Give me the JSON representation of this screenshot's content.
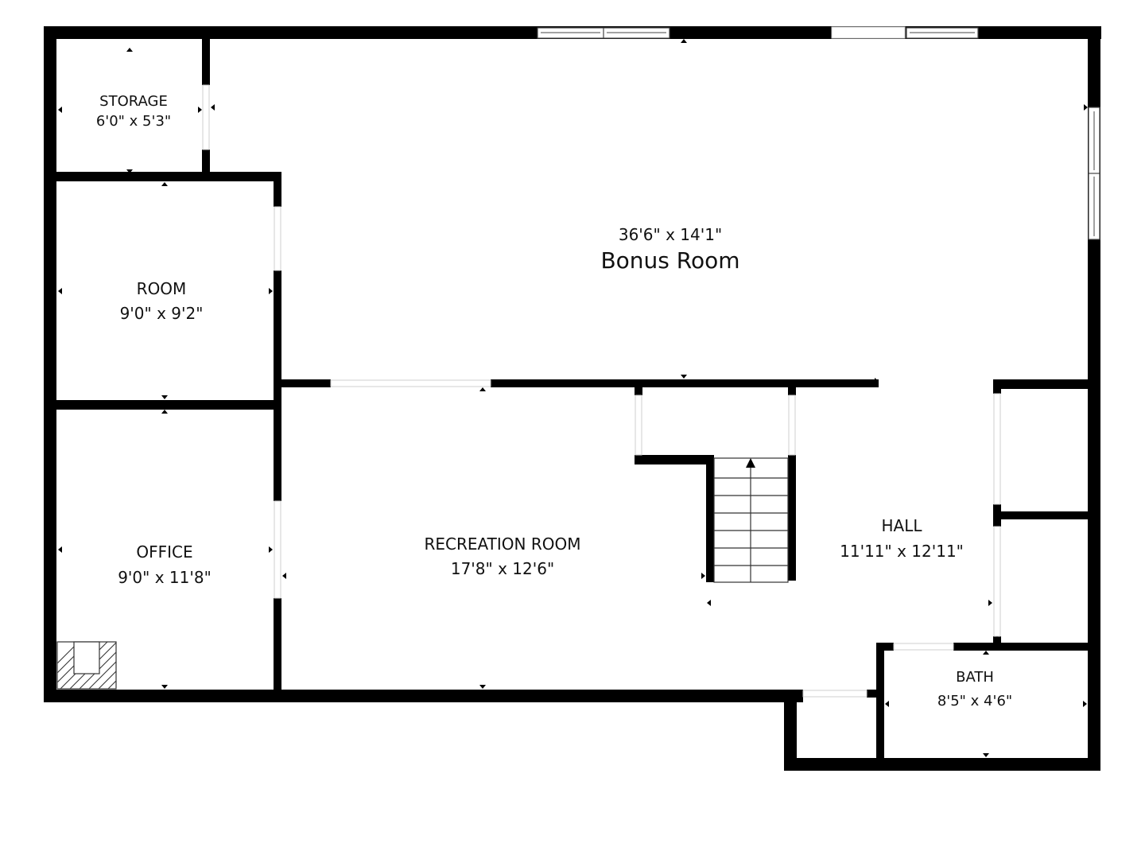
{
  "rooms": {
    "bonus": {
      "name": "Bonus Room",
      "dims": "36'6\" x 14'1\""
    },
    "storage": {
      "name": "STORAGE",
      "dims": "6'0\" x 5'3\""
    },
    "room": {
      "name": "ROOM",
      "dims": "9'0\" x 9'2\""
    },
    "office": {
      "name": "OFFICE",
      "dims": "9'0\" x 11'8\""
    },
    "recreation": {
      "name": "RECREATION ROOM",
      "dims": "17'8\" x 12'6\""
    },
    "hall": {
      "name": "HALL",
      "dims": "11'11\" x 12'11\""
    },
    "bath": {
      "name": "BATH",
      "dims": "8'5\" x 4'6\""
    }
  },
  "colors": {
    "wall": "#000000",
    "background": "#ffffff"
  }
}
